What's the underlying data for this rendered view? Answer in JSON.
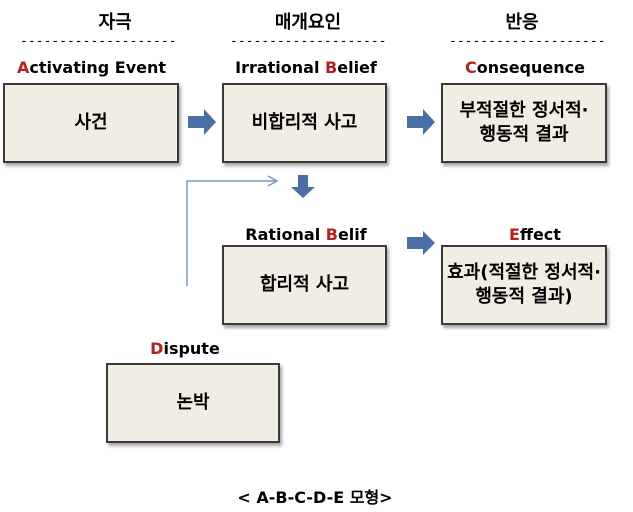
{
  "headers": {
    "stimulus": "자극",
    "mediator": "매개요인",
    "response": "반응"
  },
  "dashes": "--------------------",
  "labels": {
    "activating": {
      "initial": "A",
      "rest": "ctivating Event"
    },
    "irrational": {
      "pre": "Irrational ",
      "initial": "B",
      "post": "elief"
    },
    "consequence": {
      "initial": "C",
      "rest": "onsequence"
    },
    "rational": {
      "pre": "Rational ",
      "initial": "B",
      "post": "elif"
    },
    "effect": {
      "initial": "E",
      "rest": "ffect"
    },
    "dispute": {
      "initial": "D",
      "rest": "ispute"
    }
  },
  "boxes": {
    "event": "사건",
    "irrational": "비합리적 사고",
    "consequence": "부적절한 정서적·\n행동적 결과",
    "rational": "합리적 사고",
    "effect": "효과(적절한 정서적·\n행동적 결과)",
    "dispute": "논박"
  },
  "caption": "< A-B-C-D-E 모형>",
  "colors": {
    "initial_red": "#b32222",
    "arrow_blue": "#4a6fa5",
    "line_blue": "#7a9cc6",
    "box_fill": "#f2ede2"
  }
}
